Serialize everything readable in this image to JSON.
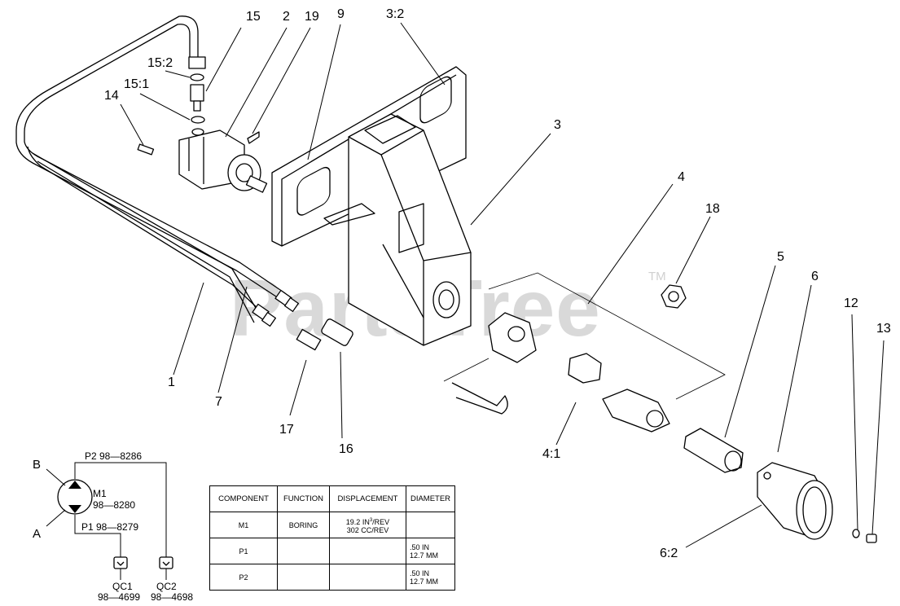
{
  "watermark": {
    "text": "PartsTree",
    "tm": "TM"
  },
  "callouts": [
    {
      "id": "c15",
      "text": "15"
    },
    {
      "id": "c2",
      "text": "2"
    },
    {
      "id": "c19",
      "text": "19"
    },
    {
      "id": "c9",
      "text": "9"
    },
    {
      "id": "c3_2",
      "text": "3:2"
    },
    {
      "id": "c15_2",
      "text": "15:2"
    },
    {
      "id": "c15_1",
      "text": "15:1"
    },
    {
      "id": "c14",
      "text": "14"
    },
    {
      "id": "c3",
      "text": "3"
    },
    {
      "id": "c4",
      "text": "4"
    },
    {
      "id": "c18",
      "text": "18"
    },
    {
      "id": "c5",
      "text": "5"
    },
    {
      "id": "c6",
      "text": "6"
    },
    {
      "id": "c12",
      "text": "12"
    },
    {
      "id": "c13",
      "text": "13"
    },
    {
      "id": "c1",
      "text": "1"
    },
    {
      "id": "c7",
      "text": "7"
    },
    {
      "id": "c17",
      "text": "17"
    },
    {
      "id": "c16",
      "text": "16"
    },
    {
      "id": "c4_1",
      "text": "4:1"
    },
    {
      "id": "c6_2",
      "text": "6:2"
    }
  ],
  "schematic": {
    "port_b": "B",
    "port_a": "A",
    "p2": "P2 98—8286",
    "m1": "M1",
    "m1_part": "98—8280",
    "p1": "P1 98—8279",
    "qc1": "QC1",
    "qc1_part": "98—4699",
    "qc2": "QC2",
    "qc2_part": "98—4698"
  },
  "table": {
    "headers": [
      "COMPONENT",
      "FUNCTION",
      "DISPLACEMENT",
      "DIAMETER"
    ],
    "rows": [
      {
        "component": "M1",
        "function": "BORING",
        "disp_line1_pre": "19.2 IN",
        "disp_sup": "3",
        "disp_line1_post": "/REV",
        "disp_line2": "302 CC/REV",
        "dia_line1": "",
        "dia_line2": ""
      },
      {
        "component": "P1",
        "function": "",
        "disp_line1_pre": "",
        "disp_sup": "",
        "disp_line1_post": "",
        "disp_line2": "",
        "dia_line1": ".50 IN",
        "dia_line2": "12.7 MM"
      },
      {
        "component": "P2",
        "function": "",
        "disp_line1_pre": "",
        "disp_sup": "",
        "disp_line1_post": "",
        "disp_line2": "",
        "dia_line1": ".50 IN",
        "dia_line2": "12.7 MM"
      }
    ]
  }
}
